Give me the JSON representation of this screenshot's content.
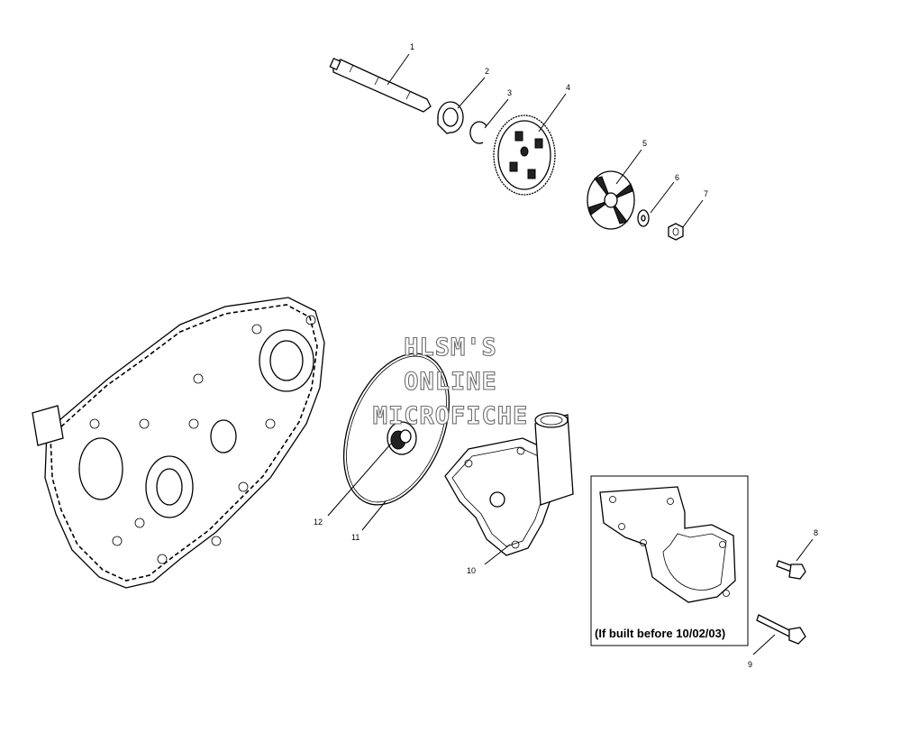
{
  "callouts": {
    "p1": "1",
    "p2": "2",
    "p3": "3",
    "p4": "4",
    "p5": "5",
    "p6": "6",
    "p7": "7",
    "p8": "8",
    "p9": "9",
    "p10": "10",
    "p11": "11",
    "p12": "12"
  },
  "watermark": {
    "line1": "HLSM'S",
    "line2": "ONLINE",
    "line3": "MICROFICHE"
  },
  "inset": {
    "note": "(If built before 10/02/03)"
  },
  "icons": [
    "shaft",
    "bearing",
    "snap-ring",
    "gear",
    "impeller",
    "washer",
    "nut",
    "bolt",
    "gasket",
    "o-ring",
    "seal",
    "pump-cover",
    "crankcase-cover"
  ]
}
